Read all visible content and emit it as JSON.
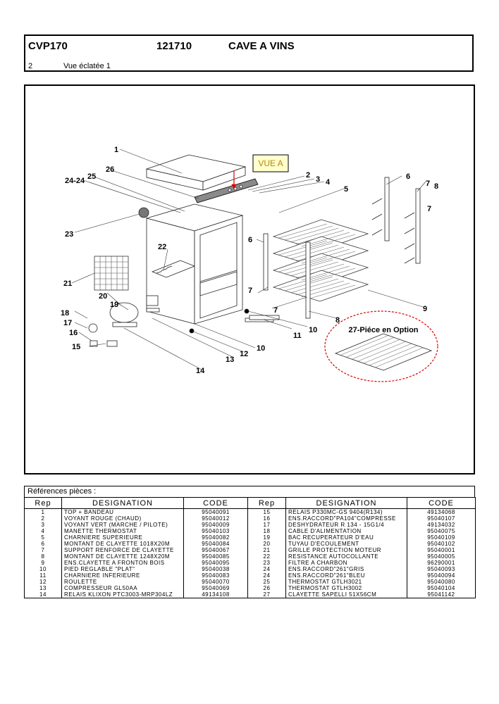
{
  "header": {
    "model": "CVP170",
    "number": "121710",
    "product": "CAVE A VINS",
    "page": "2",
    "view": "Vue éclatée 1"
  },
  "diagram": {
    "callout_box": "VUE A",
    "option_label": "27-Piéce en Option",
    "labels": [
      "1",
      "2",
      "3",
      "4",
      "5",
      "6",
      "7",
      "8",
      "7",
      "26",
      "24-24",
      "25",
      "23",
      "22",
      "6",
      "7",
      "21",
      "20",
      "19",
      "18",
      "17",
      "16",
      "15",
      "14",
      "13",
      "12",
      "10",
      "11",
      "10",
      "8",
      "7",
      "9"
    ]
  },
  "references": {
    "title": "Références pièces  :",
    "columns": [
      "Rep",
      "DESIGNATION",
      "CODE",
      "Rep",
      "DESIGNATION",
      "CODE"
    ],
    "rows": [
      [
        "1",
        "TOP + BANDEAU",
        "95040091",
        "15",
        "RELAIS P330MC-GS 9404(R134)",
        "49134068"
      ],
      [
        "2",
        "VOYANT ROUGE (CHAUD)",
        "95040012",
        "16",
        "ENS.RACCORD\"PA104\"COMPRESSE",
        "95040107"
      ],
      [
        "3",
        "VOYANT VERT (MARCHE / PILOTE)",
        "95040009",
        "17",
        "DESHYDRATEUR R 134 - 15G1/4",
        "49134032"
      ],
      [
        "4",
        "MANETTE THERMOSTAT",
        "95040103",
        "18",
        "CABLE D'ALIMENTATION",
        "95040075"
      ],
      [
        "5",
        "CHARNIERE SUPERIEURE",
        "95040082",
        "19",
        "BAC RECUPERATEUR D'EAU",
        "95040109"
      ],
      [
        "6",
        "MONTANT DE CLAYETTE 1018X20M",
        "95040084",
        "20",
        "TUYAU D'ECOULEMENT",
        "95040102"
      ],
      [
        "7",
        "SUPPORT RENFORCE DE CLAYETTE",
        "95040067",
        "21",
        "GRILLE PROTECTION MOTEUR",
        "95040001"
      ],
      [
        "8",
        "MONTANT DE CLAYETTE  1248X20M",
        "95040085",
        "22",
        "RESISTANCE AUTOCOLLANTE",
        "95040005"
      ],
      [
        "9",
        "ENS.CLAYETTE A FRONTON BOIS",
        "95040095",
        "23",
        "FILTRE A CHARBON",
        "96290001"
      ],
      [
        "10",
        "PIED REGLABLE \"PLAT\"",
        "95040038",
        "24",
        "ENS.RACCORD\"261\"GRIS",
        "95040093"
      ],
      [
        "11",
        "CHARNIERE INFERIEURE",
        "95040083",
        "24",
        "ENS.RACCORD\"261\"BLEU",
        "95040094"
      ],
      [
        "12",
        "ROULETTE",
        "95040070",
        "25",
        "THERMOSTAT GTLH3021",
        "95040080"
      ],
      [
        "13",
        "COMPRESSEUR GL50AA",
        "95040069",
        "26",
        "THERMOSTAT GTLH3002",
        "95040104"
      ],
      [
        "14",
        "RELAIS KLIXON PTC3003-MRP304LZ",
        "49134108",
        "27",
        "CLAYETTE SAPELLI 51X56CM",
        "95041142"
      ]
    ]
  }
}
